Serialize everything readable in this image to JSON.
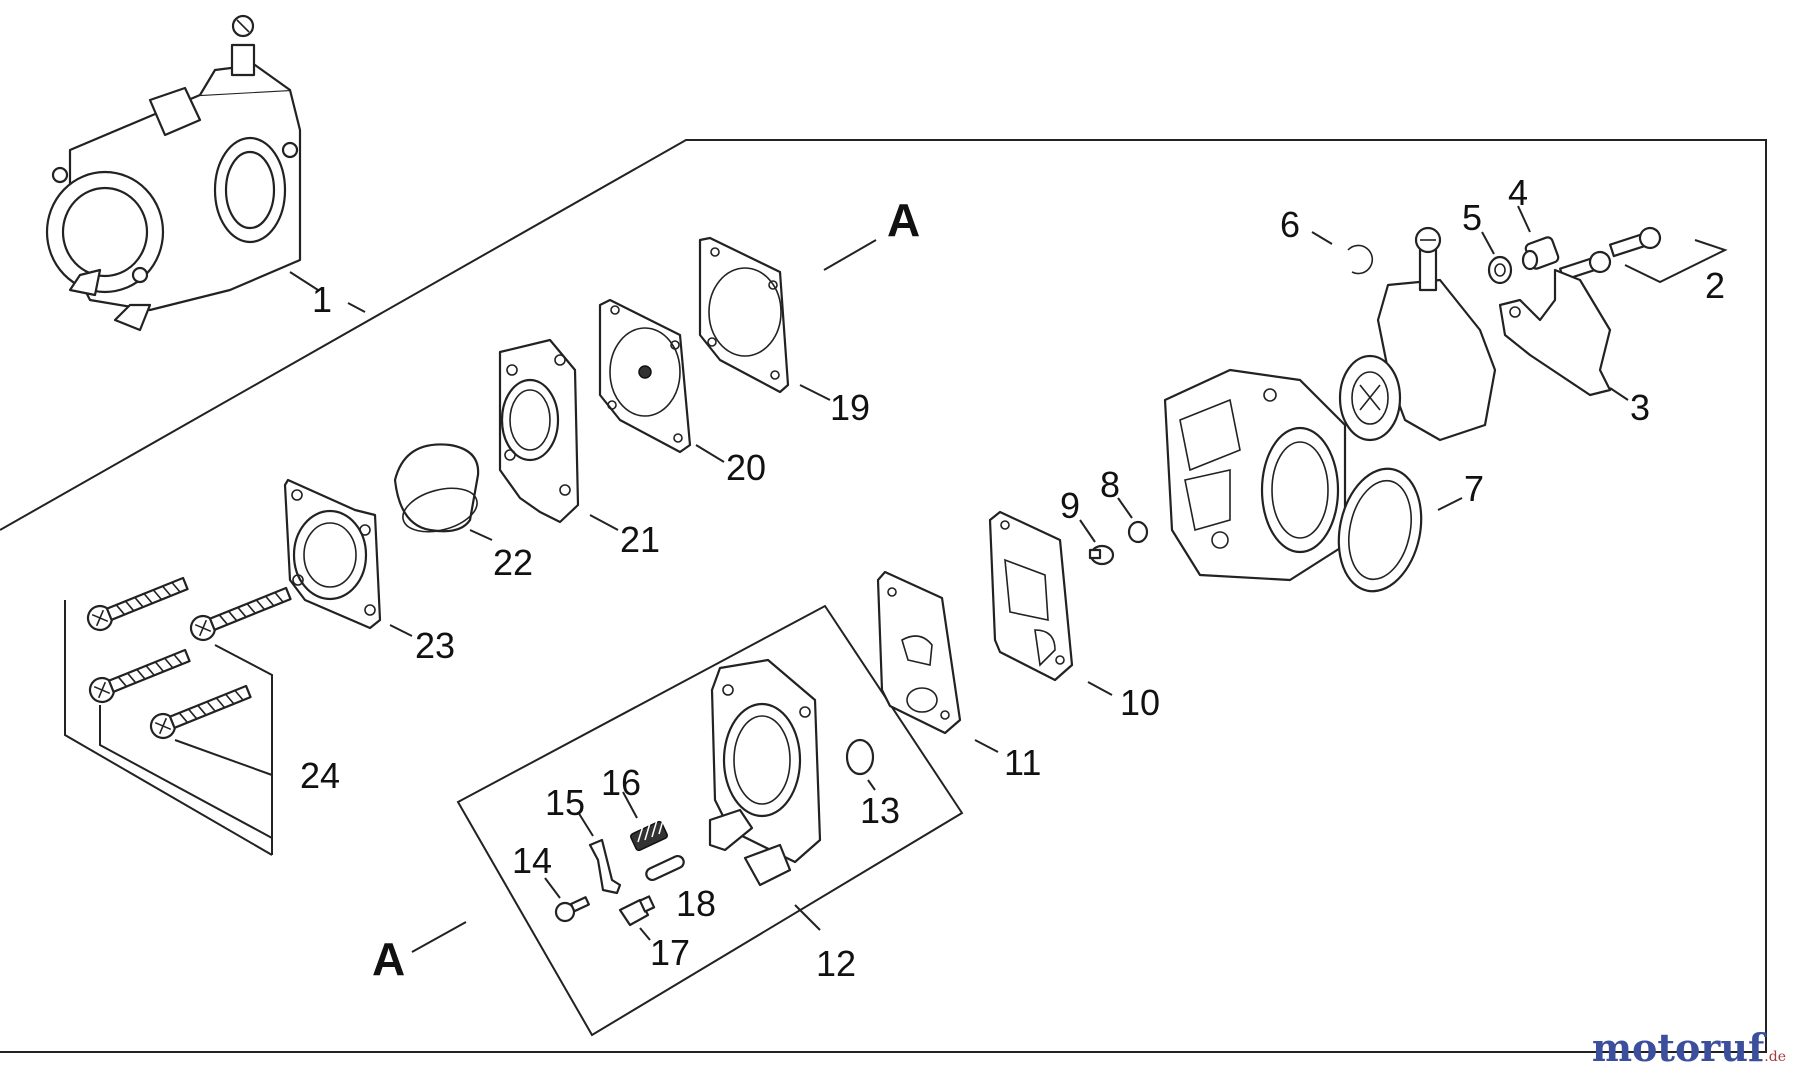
{
  "section_marker": "A",
  "part_numbers": [
    "1",
    "2",
    "3",
    "4",
    "5",
    "6",
    "7",
    "8",
    "9",
    "10",
    "11",
    "12",
    "13",
    "14",
    "15",
    "16",
    "17",
    "18",
    "19",
    "20",
    "21",
    "22",
    "23",
    "24"
  ],
  "watermark": {
    "text": "motoruf",
    "tld": ".de",
    "color": "#3b4f9c"
  },
  "colors": {
    "line": "#222222",
    "background": "#ffffff"
  }
}
